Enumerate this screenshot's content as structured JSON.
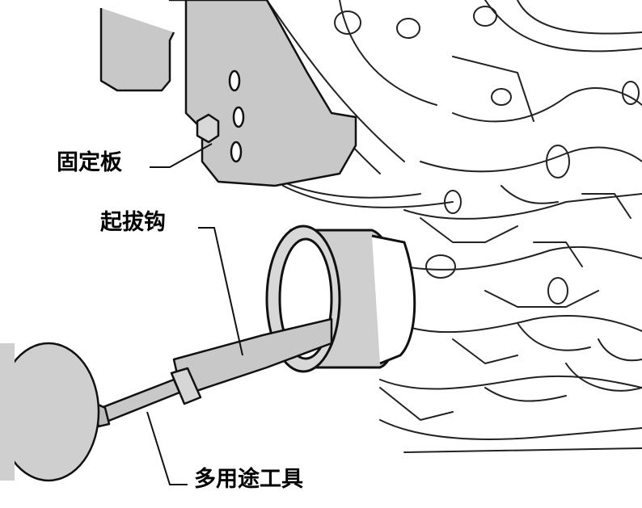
{
  "labels": {
    "fixing_plate": "固定板",
    "puller_hook": "起拔钩",
    "multi_purpose_tool": "多用途工具"
  },
  "colors": {
    "line": "#111111",
    "part_fill": "#c8c8c8",
    "handle_fill": "#cfcfcf",
    "background": "#ffffff"
  }
}
